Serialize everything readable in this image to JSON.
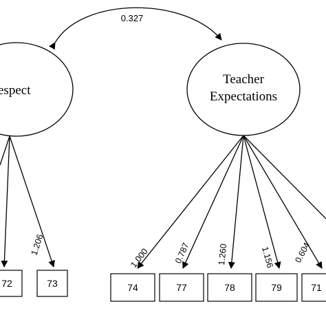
{
  "diagram": {
    "covariance": {
      "value": "0.327"
    },
    "factors": [
      {
        "id": "respect",
        "label_lines": [
          "espect"
        ],
        "indicators": [
          {
            "label": "72",
            "loading": ""
          },
          {
            "label": "73",
            "loading": "1.206"
          }
        ]
      },
      {
        "id": "teacher-expectations",
        "label_lines": [
          "Teacher",
          "Expectations"
        ],
        "indicators": [
          {
            "label": "74",
            "loading": "1.000"
          },
          {
            "label": "77",
            "loading": "0.787"
          },
          {
            "label": "78",
            "loading": "1.260"
          },
          {
            "label": "79",
            "loading": "1.156"
          },
          {
            "label": "71",
            "loading": "0.604"
          }
        ]
      }
    ],
    "colors": {
      "stroke": "#000000",
      "fill": "#ffffff",
      "text": "#000000"
    }
  }
}
